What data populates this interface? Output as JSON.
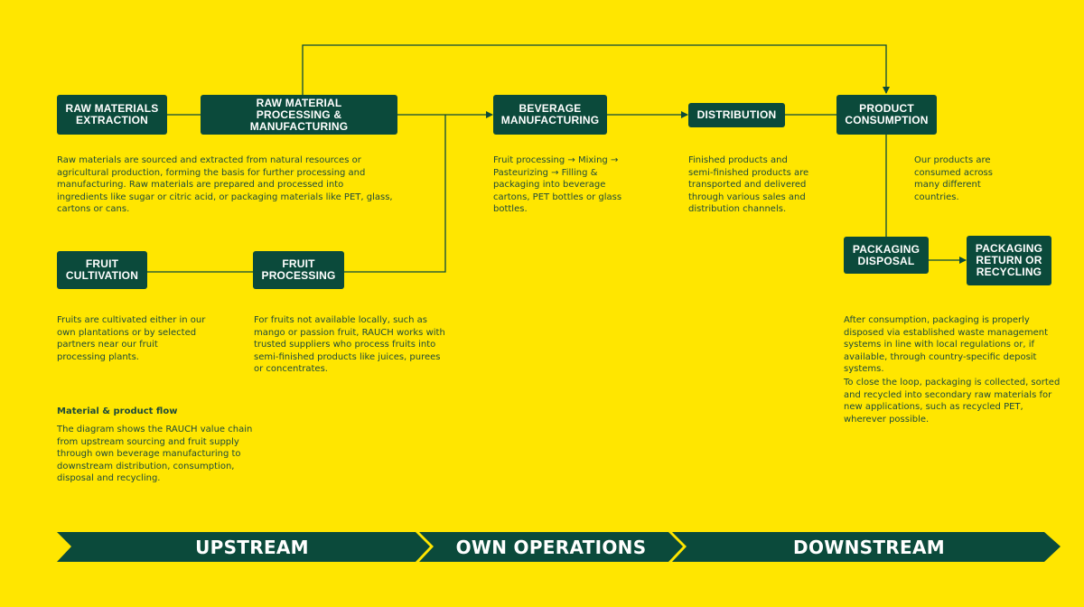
{
  "nodes": {
    "raw_materials_extraction": "RAW MATERIALS\nEXTRACTION",
    "raw_material_processing": "RAW MATERIAL\nPROCESSING & MANUFACTURING",
    "beverage_manufacturing": "BEVERAGE\nMANUFACTURING",
    "distribution": "DISTRIBUTION",
    "product_consumption": "PRODUCT\nCONSUMPTION",
    "fruit_cultivation": "FRUIT\nCULTIVATION",
    "fruit_processing": "FRUIT\nPROCESSING",
    "packaging_disposal": "PACKAGING\nDISPOSAL",
    "packaging_return": "PACKAGING\nRETURN OR\nRECYCLING"
  },
  "descriptions": {
    "raw_materials": "Raw materials are sourced and extracted from natural resources or agricultural production, forming the basis for further processing and manufacturing. Raw materials are prepared and processed into ingredients like sugar or citric acid, or packaging materials like PET, glass, cartons or cans.",
    "beverage": "Fruit processing → Mixing → Pasteurizing → Filling & packaging into beverage cartons, PET bottles or glass bottles.",
    "distribution": "Finished products and semi-finished products are transported and delivered through various sales and distribution channels.",
    "consumption": "Our products are consumed across many different countries.",
    "fruit_cultivation": "Fruits are cultivated either in our own plantations or by selected partners near our fruit processing plants.",
    "fruit_processing": "For fruits not available locally, such as mango or passion fruit, RAUCH works with trusted suppliers who process fruits into semi-finished products like juices, purees or concentrates.",
    "packaging_1": "After consumption, packaging is properly disposed via established waste management systems in line with local regulations or, if available, through country-specific deposit systems.",
    "packaging_2": "To close the loop, packaging is collected, sorted and recycled into secondary raw materials for new applications, such as recycled PET, wherever possible."
  },
  "legend": {
    "title": "Material & product flow",
    "text": "The diagram shows the RAUCH value chain from upstream sourcing and fruit supply through own beverage manufacturing to downstream distribution, consumption, disposal and recycling."
  },
  "bands": {
    "upstream": "UPSTREAM",
    "own_operations": "OWN OPERATIONS",
    "downstream": "DOWNSTREAM"
  },
  "colors": {
    "background": "#FFE600",
    "primary": "#0B4A3B",
    "box_text": "#FFFFFF"
  }
}
